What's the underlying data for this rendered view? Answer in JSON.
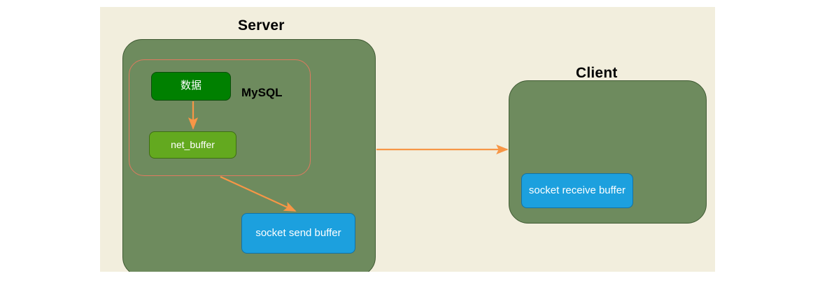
{
  "canvas": {
    "background_color": "#f2eedd",
    "page_background": "#ffffff"
  },
  "colors": {
    "host_fill": "#6e8b5e",
    "host_border": "#3f5a33",
    "mysql_boundary": "#e07a5f",
    "data_fill": "#008000",
    "net_buffer_fill": "#63a91f",
    "socket_buffer_fill": "#1ca0de",
    "arrow": "#f79646",
    "label_text": "#000000",
    "node_text": "#ffffff"
  },
  "server": {
    "title": "Server",
    "mysql_label": "MySQL",
    "nodes": [
      {
        "id": "data",
        "label": "数据"
      },
      {
        "id": "net_buffer",
        "label": "net_buffer"
      },
      {
        "id": "socket_send_buffer",
        "label": "socket send buffer"
      }
    ]
  },
  "client": {
    "title": "Client",
    "nodes": [
      {
        "id": "socket_receive_buffer",
        "label": "socket receive buffer"
      }
    ]
  },
  "arrows": [
    {
      "id": "data-to-net-buffer",
      "from": "数据",
      "to": "net_buffer",
      "direction": "down"
    },
    {
      "id": "mysql-to-socket-send-buffer",
      "from": "MySQL",
      "to": "socket send buffer",
      "direction": "diagonal-down-right"
    },
    {
      "id": "server-to-client",
      "from": "Server",
      "to": "Client",
      "direction": "right"
    }
  ]
}
